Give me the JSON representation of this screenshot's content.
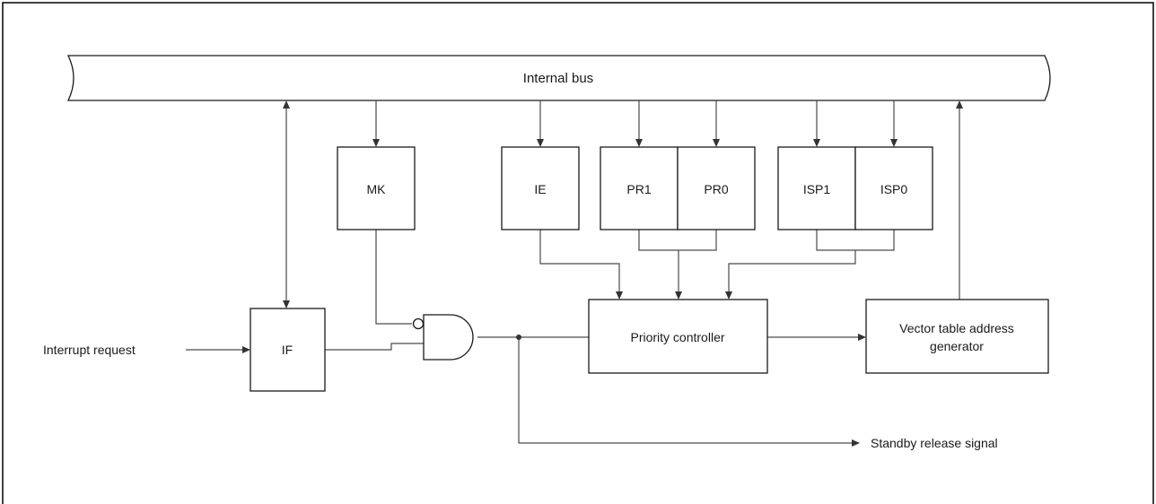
{
  "diagram": {
    "bus_label": "Internal bus",
    "input_label": "Interrupt request",
    "output_label": "Standby release signal",
    "blocks": {
      "mk": "MK",
      "ie": "IE",
      "pr1": "PR1",
      "pr0": "PR0",
      "isp1": "ISP1",
      "isp0": "ISP0",
      "if": "IF",
      "priority": "Priority controller",
      "vector_line1": "Vector table address",
      "vector_line2": "generator"
    }
  }
}
